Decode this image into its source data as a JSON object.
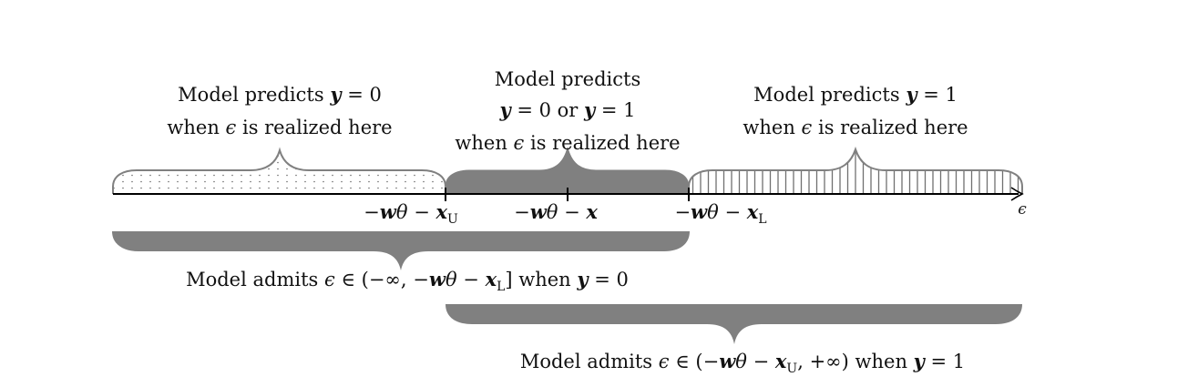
{
  "region_left": {
    "line1_text": "Model predicts ",
    "line1_var": "y",
    "line1_eq": " = 0",
    "line2_a": "when ",
    "line2_eps": "ϵ",
    "line2_b": " is realized here"
  },
  "region_mid": {
    "line1": "Model predicts",
    "line2_var1": "y",
    "line2_mid": " = 0 or ",
    "line2_var2": "y",
    "line2_end": " = 1",
    "line3_a": "when ",
    "line3_eps": "ϵ",
    "line3_b": " is realized here"
  },
  "region_right": {
    "line1_text": "Model predicts ",
    "line1_var": "y",
    "line1_eq": " = 1",
    "line2_a": "when ",
    "line2_eps": "ϵ",
    "line2_b": " is realized here"
  },
  "axis": {
    "label": "ϵ",
    "tick_upper": {
      "minus": "−",
      "w": "w",
      "theta": "θ",
      "op": " − ",
      "x": "x",
      "sub": "U"
    },
    "tick_mid": {
      "minus": "−",
      "w": "w",
      "theta": "θ",
      "op": " − ",
      "x": "x"
    },
    "tick_lower": {
      "minus": "−",
      "w": "w",
      "theta": "θ",
      "op": " − ",
      "x": "x",
      "sub": "L"
    }
  },
  "admit_y0": {
    "text_a": "Model admits ",
    "eps": "ϵ",
    "in": " ∈ (−∞, −",
    "w": "w",
    "theta": "θ",
    "op": " − ",
    "x": "x",
    "sub": "L",
    "close": "] when ",
    "y": "y",
    "eq": " = 0"
  },
  "admit_y1": {
    "text_a": "Model admits ",
    "eps": "ϵ",
    "in": " ∈ (−",
    "w": "w",
    "theta": "θ",
    "op": " − ",
    "x": "x",
    "sub": "U",
    "close": ", +∞) when ",
    "y": "y",
    "eq": " = 1"
  },
  "colors": {
    "brace_fill": "#808080",
    "brace_stroke": "#808080",
    "axis": "#000000",
    "text": "#111111"
  }
}
